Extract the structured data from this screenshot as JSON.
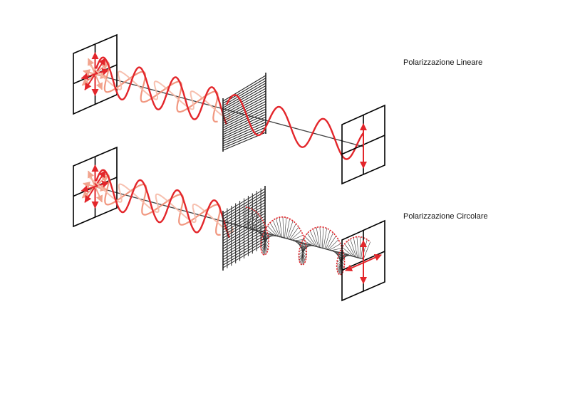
{
  "labels": {
    "linear": "Polarizzazione Lineare",
    "circular": "Polarizzazione Circolare"
  },
  "colors": {
    "wave_primary": "#e3262b",
    "wave_secondary": "#ef8c72",
    "wave_tertiary": "#f6b9a6",
    "frame": "#000000",
    "axis": "#333333",
    "filter": "#222222"
  },
  "panels": {
    "linear": {
      "source_arrows": "multiple directions (unpolarized)",
      "filter": "horizontal line polarizer",
      "output_arrow": "vertical"
    },
    "circular": {
      "source_arrows": "multiple directions (unpolarized)",
      "filter": "grid polarizer with retarder",
      "output_arrow": "rotating (vertical and horizontal)"
    }
  }
}
